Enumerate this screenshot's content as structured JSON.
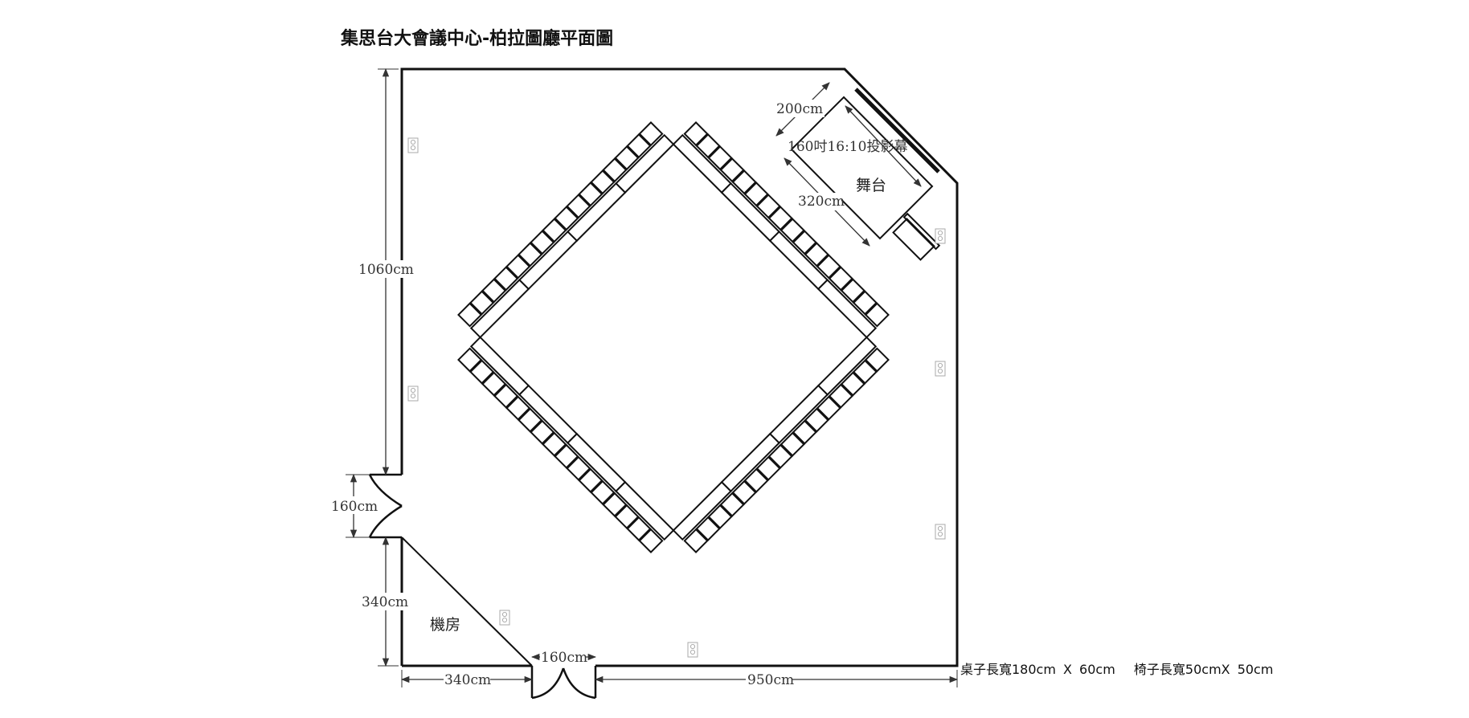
{
  "title": "集思台大會議中心-柏拉圖廳平面圖",
  "spec": {
    "table": "桌子長寬180cm X 60cm",
    "chair": "椅子長寬50cmX 50cm"
  },
  "labels": {
    "stage": "舞台",
    "screen": "160吋16:10投影幕",
    "machine_room": "機房"
  },
  "dimensions": {
    "left_wall_upper": "1060cm",
    "left_door": "160cm",
    "left_wall_lower": "340cm",
    "bottom_left": "340cm",
    "bottom_door": "160cm",
    "bottom_right": "950cm",
    "stage_depth": "200cm",
    "stage_width": "320cm"
  },
  "layout": {
    "arrangement": "hollow square",
    "tables_per_side": 4,
    "chairs_per_side": 16
  },
  "outlet_icon": "power-outlet-icon"
}
